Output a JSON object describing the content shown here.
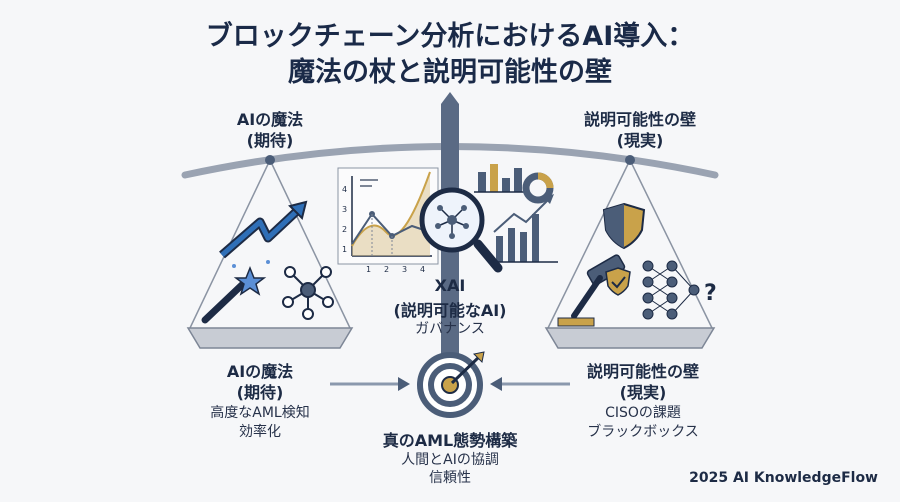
{
  "title_line1": "ブロックチェーン分析におけるAI導入：",
  "title_line2": "魔法の杖と説明可能性の壁",
  "left_pan": {
    "title": "AIの魔法",
    "subtitle": "(期待)"
  },
  "right_pan": {
    "title": "説明可能性の壁",
    "subtitle": "(現実)"
  },
  "center": {
    "title": "XAI",
    "subtitle": "(説明可能なAI)",
    "caption": "ガバナンス"
  },
  "chart_ticks_y": [
    "4",
    "3",
    "2",
    "1"
  ],
  "chart_ticks_x": [
    "1",
    "2",
    "3",
    "4"
  ],
  "left_bottom": {
    "title": "AIの魔法",
    "subtitle": "(期待)",
    "line1": "高度なAML検知",
    "line2": "効率化"
  },
  "right_bottom": {
    "title": "説明可能性の壁",
    "subtitle": "(現実)",
    "line1": "CISOの課題",
    "line2": "ブラックボックス"
  },
  "target": {
    "title": "真のAML態勢構築",
    "line1": "人間とAIの協調",
    "line2": "信頼性"
  },
  "question_mark": "?",
  "footer": "2025 AI KnowledgeFlow",
  "colors": {
    "navy": "#1d2b45",
    "steel": "#4b5d78",
    "gold": "#c9a24a",
    "blue": "#2f6fb7",
    "pan": "#c8ccd4"
  }
}
